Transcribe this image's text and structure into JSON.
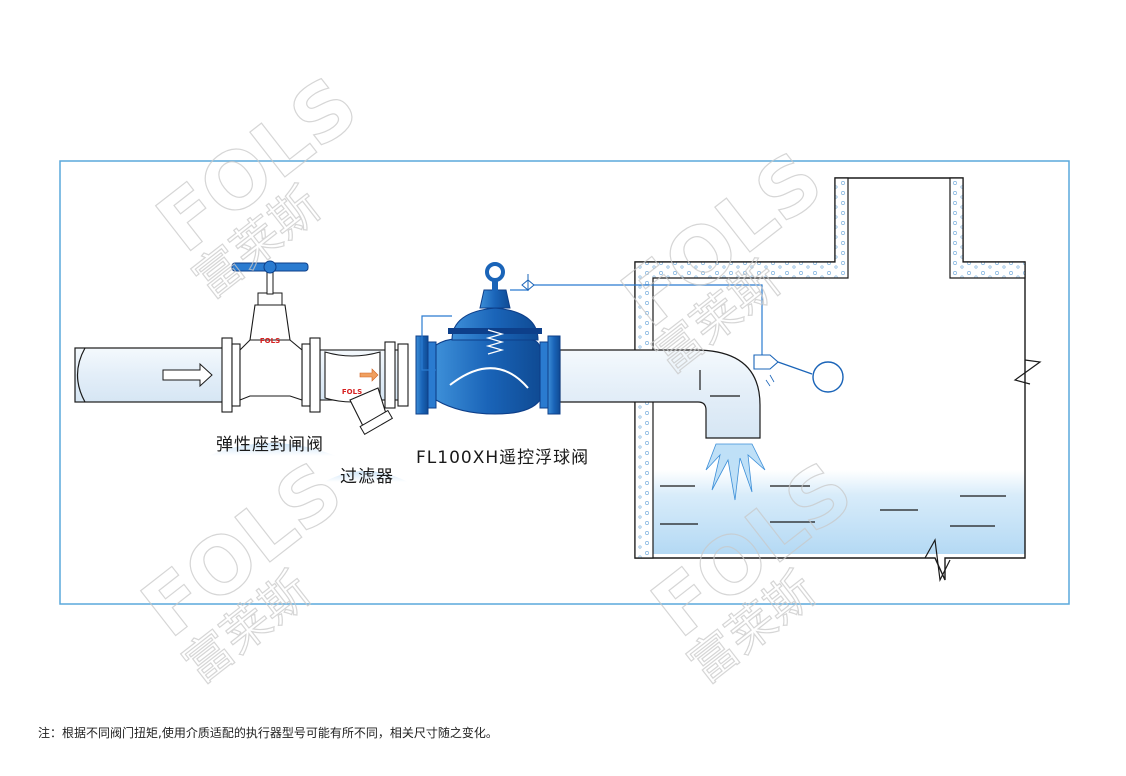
{
  "labels": {
    "gate_valve": "弹性座封闸阀",
    "strainer": "过滤器",
    "float_valve": "FL100XH遥控浮球阀"
  },
  "valve_marks": {
    "gate_valve": "FOLS",
    "strainer": "FOLS"
  },
  "watermark": {
    "latin": "FOLS",
    "chinese": "富莱斯"
  },
  "footnote": "注：根据不同阀门扭矩,使用介质适配的执行器型号可能有所不同，相关尺寸随之变化。",
  "colors": {
    "frame": "#5aa9dc",
    "valve_blue": "#1f6fc0",
    "valve_dark": "#0d3f8a",
    "pipe_fill": "#e8f2fb",
    "water": "#bfe0f7"
  }
}
